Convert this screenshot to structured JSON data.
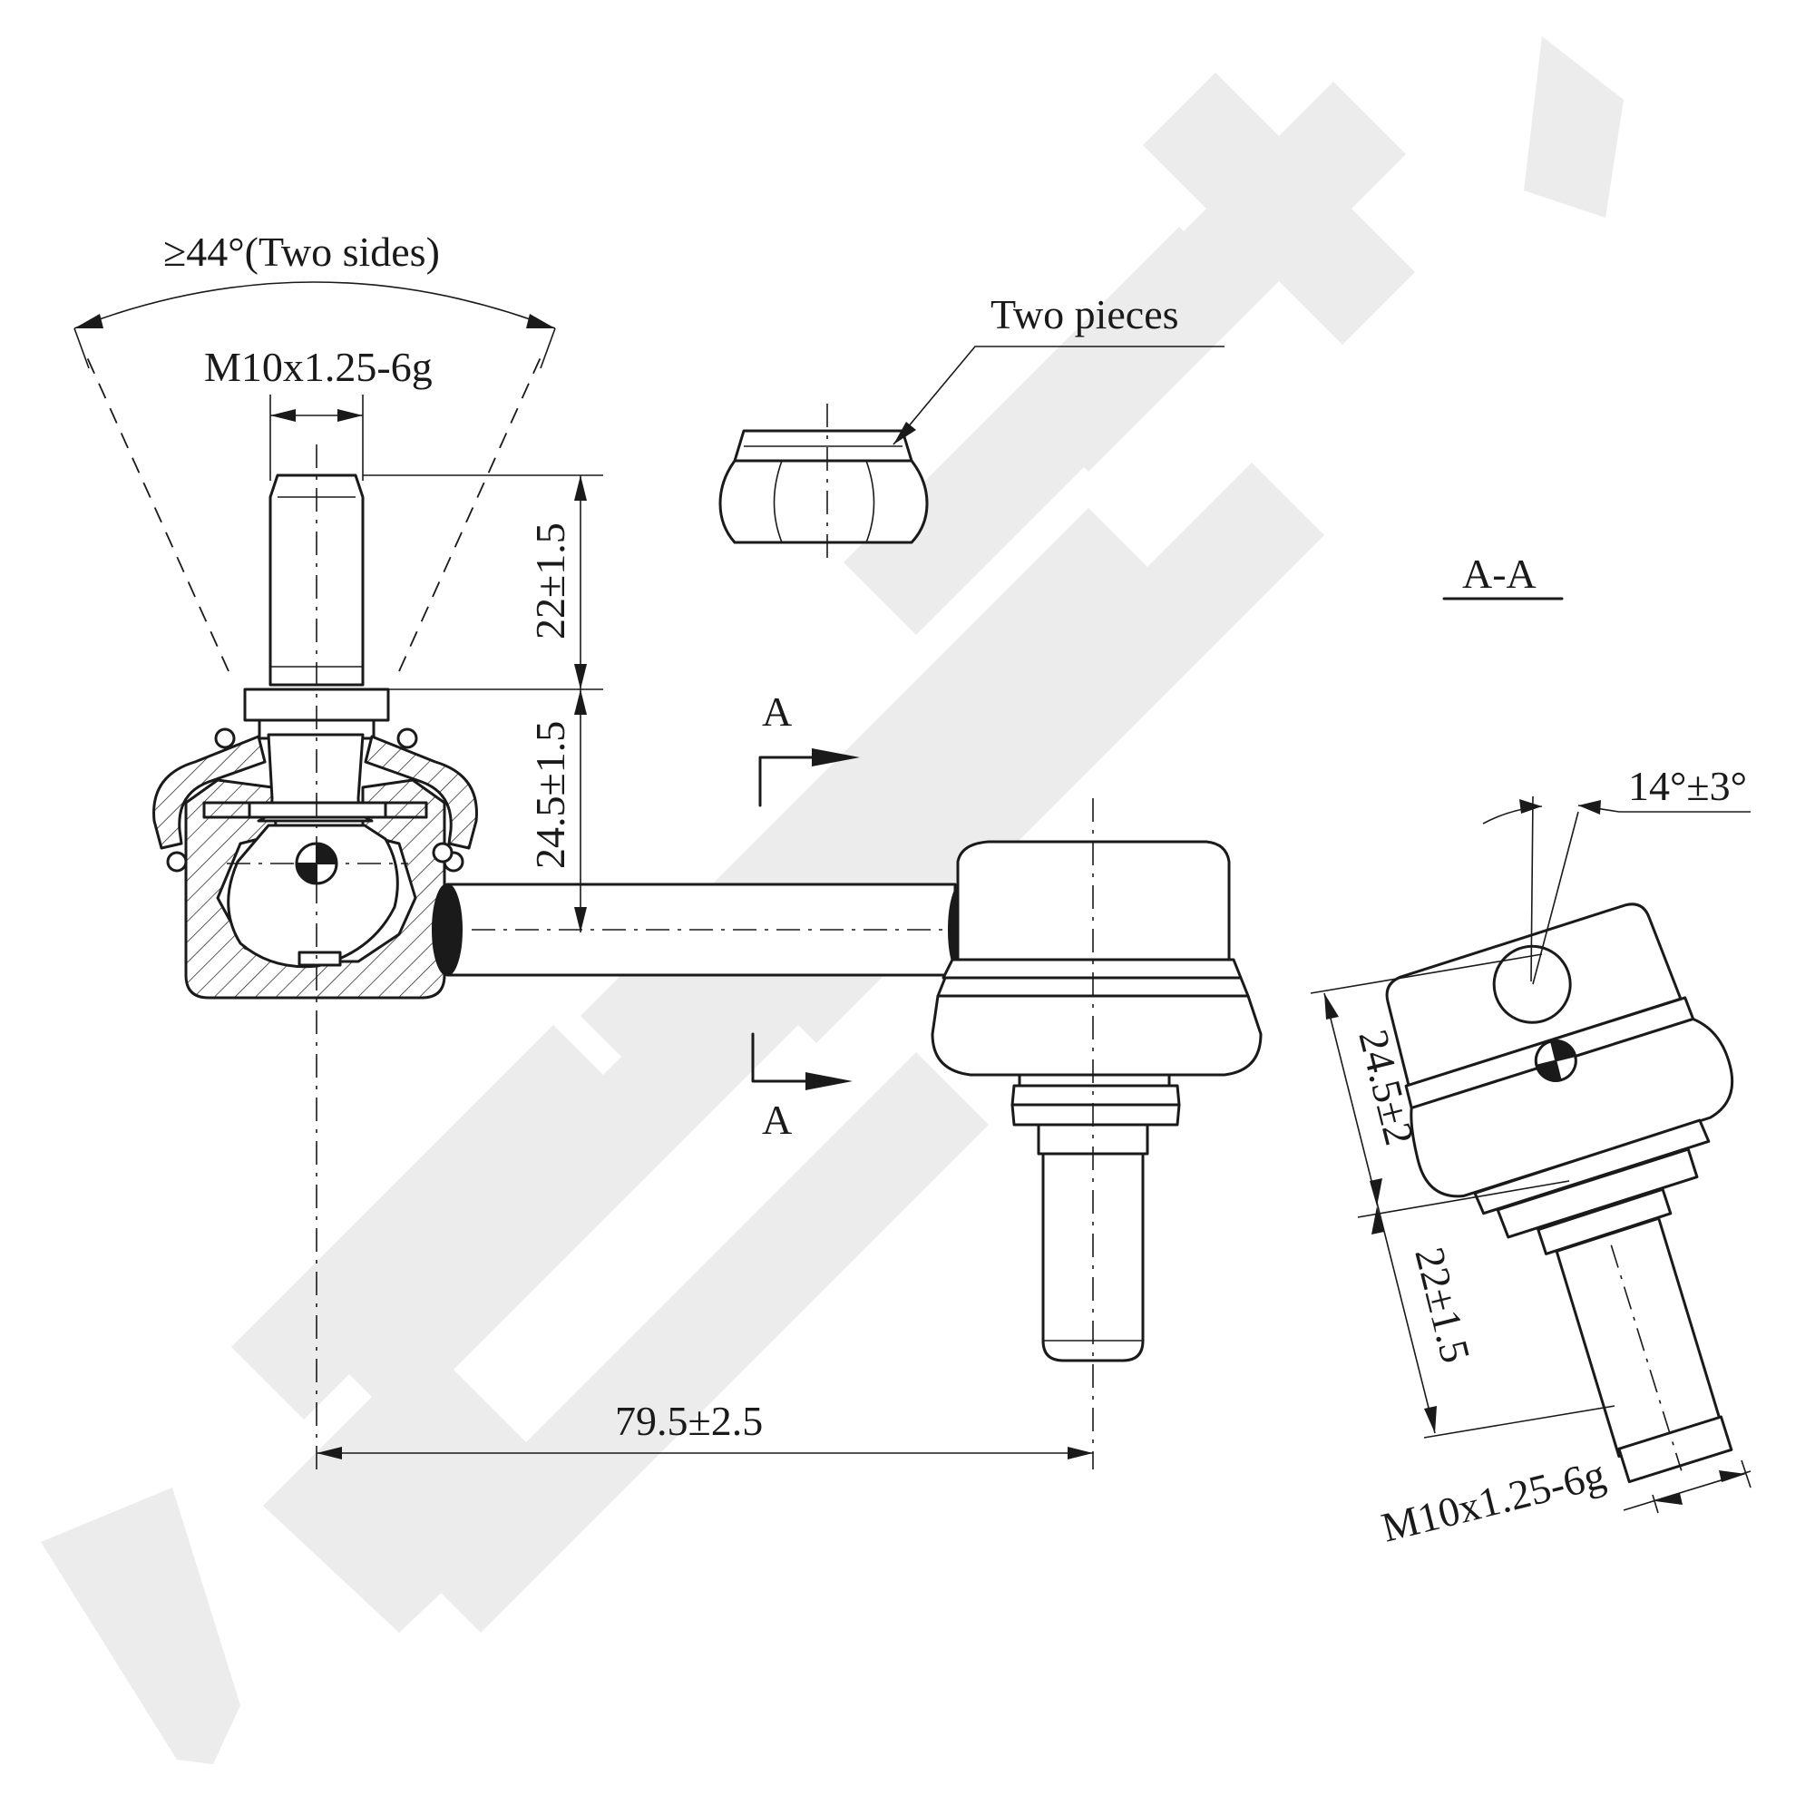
{
  "watermark": {
    "text": "ZENNEK"
  },
  "annotations": {
    "swing_angle": "≥44°(Two sides)",
    "thread_top": "M10x1.25-6g",
    "nut_note": "Two pieces",
    "section_title": "A-A",
    "section_mark_top": "A",
    "section_mark_bottom": "A",
    "dim_stud_length": "22±1.5",
    "dim_body_height": "24.5±1.5",
    "dim_center_distance": "79.5±2.5",
    "tilt_angle": "14°±3°",
    "section_dim_body": "24.5±2",
    "section_dim_stud": "22±1.5",
    "thread_section": "M10x1.25-6g"
  }
}
